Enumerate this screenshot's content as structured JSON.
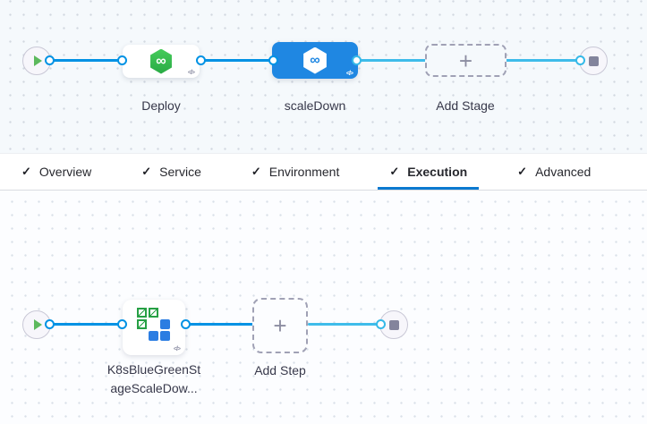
{
  "icons": {
    "code": "</>",
    "harness_infinity": "∞",
    "plus": "+",
    "check": "✓"
  },
  "colors": {
    "selected_stage_blue": "#1f87e2",
    "connector_blue": "#0092e4",
    "connector_cyan": "#3fbcea",
    "active_tab_underline": "#0b79d0",
    "harness_green": "#2fb84d",
    "step_icon_green": "#27a045",
    "step_icon_blue": "#2b7de2"
  },
  "stage_pipeline": {
    "deploy": {
      "label": "Deploy"
    },
    "scale_down": {
      "label": "scaleDown"
    },
    "add_stage": {
      "label": "Add Stage"
    }
  },
  "tabs": [
    {
      "label": "Overview",
      "completed": true
    },
    {
      "label": "Service",
      "completed": true
    },
    {
      "label": "Environment",
      "completed": true
    },
    {
      "label": "Execution",
      "completed": true,
      "active": true
    },
    {
      "label": "Advanced",
      "completed": true
    }
  ],
  "execution_pipeline": {
    "step": {
      "label_line1": "K8sBlueGreenSt",
      "label_line2": "ageScaleDow..."
    },
    "add_step": {
      "label": "Add Step"
    }
  }
}
